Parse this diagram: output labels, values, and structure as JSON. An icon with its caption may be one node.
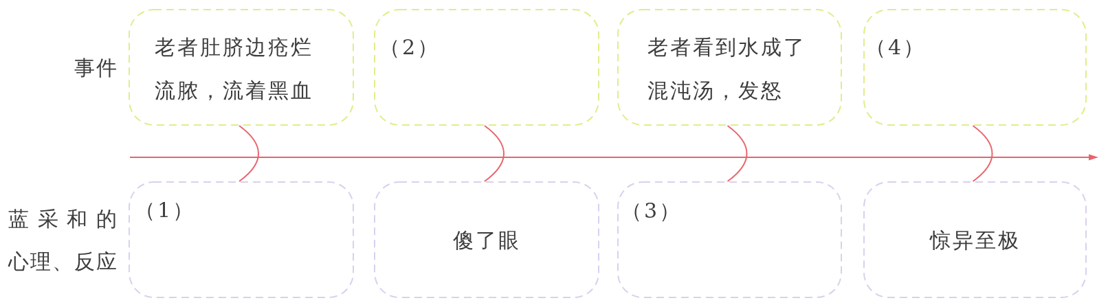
{
  "diagram": {
    "nodes": [
      {
        "text": [
          "老者肚脐边疮烂流脓，流着黑血"
        ]
      },
      {
        "text": [
          "（2）"
        ]
      },
      {
        "text": [
          "老者看到水成了混沌汤，发怒"
        ]
      },
      {
        "text": [
          "（4）"
        ]
      },
      {
        "text": [
          "（1）"
        ]
      },
      {
        "text": [
          "傻了眼"
        ]
      },
      {
        "text": [
          "（3）"
        ]
      },
      {
        "text": [
          "惊异至极"
        ]
      }
    ],
    "edges": [
      {
        "from": 0,
        "to": 4,
        "arrow": "none"
      },
      {
        "from": 1,
        "to": 5,
        "arrow": "none"
      },
      {
        "from": 2,
        "to": 6,
        "arrow": "none"
      },
      {
        "from": 3,
        "to": 7,
        "arrow": "none"
      }
    ],
    "labels": [
      "事件",
      "蓝采和的心理、反应"
    ]
  }
}
